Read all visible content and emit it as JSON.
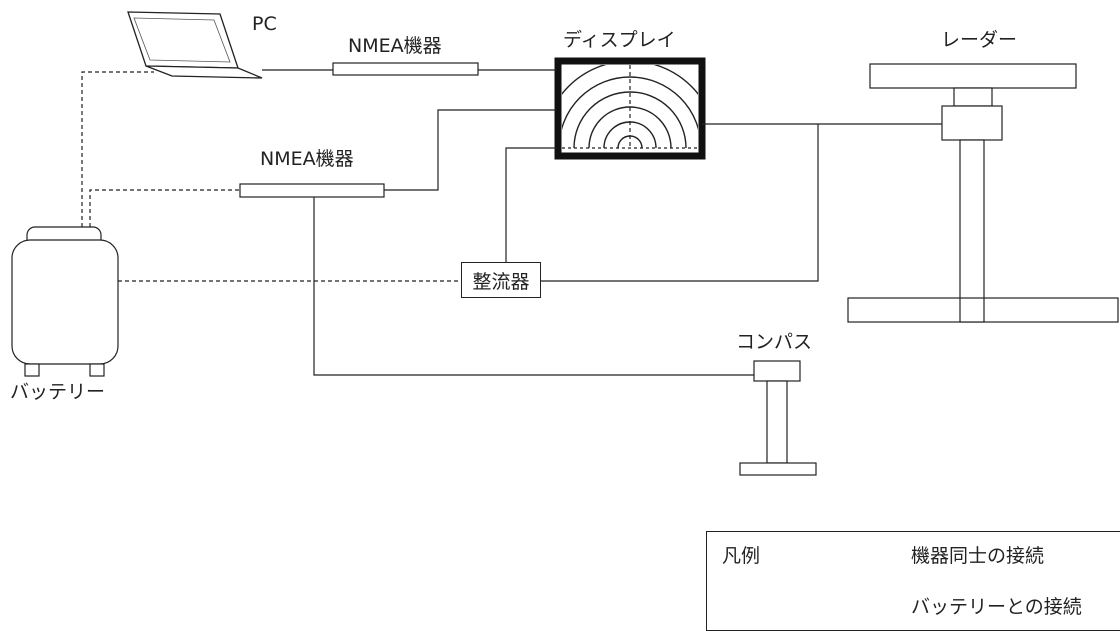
{
  "labels": {
    "pc": "PC",
    "nmea_top": "NMEA機器",
    "nmea_mid": "NMEA機器",
    "display": "ディスプレイ",
    "radar": "レーダー",
    "rectifier": "整流器",
    "compass": "コンパス",
    "battery": "バッテリー"
  },
  "legend": {
    "title": "凡例",
    "solid": "機器同士の接続",
    "dashed": "バッテリーとの接続"
  },
  "colors": {
    "line": "#222222",
    "box_fill": "#ffffff"
  }
}
